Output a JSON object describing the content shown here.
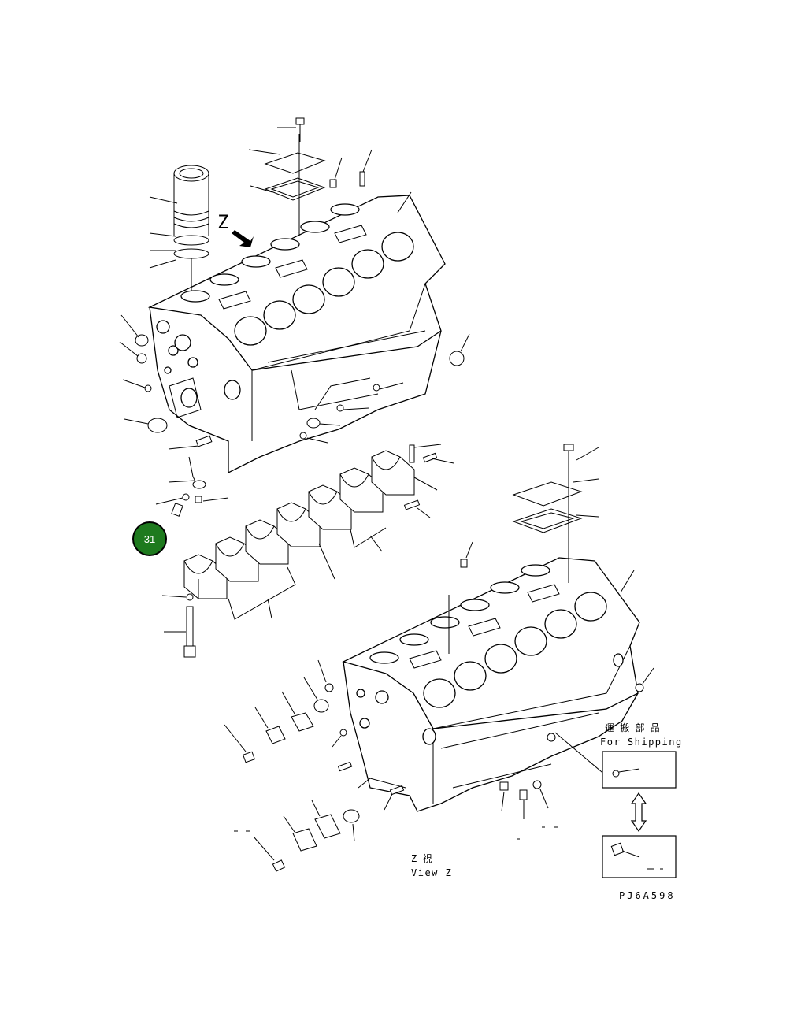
{
  "diagram": {
    "view_letter": "Z",
    "view_label_jp": "Z 視",
    "view_label_en": "View Z",
    "shipping_label_jp": "運 搬 部 品",
    "shipping_label_en": "For Shipping",
    "drawing_code": "PJ6A598"
  },
  "hotspots": [
    {
      "label": "31",
      "color": "#1e7a1e"
    }
  ]
}
